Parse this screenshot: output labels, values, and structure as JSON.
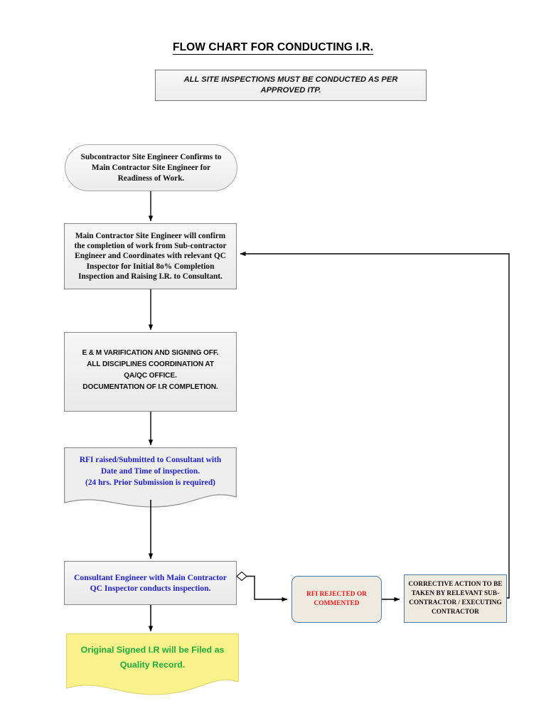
{
  "title": "FLOW CHART FOR CONDUCTING I.R.",
  "banner": {
    "text": "ALL SITE INSPECTIONS  MUST BE CONDUCTED  AS PER APPROVED ITP."
  },
  "colors": {
    "text_black": "#0d0d0d",
    "text_blue": "#1f1fc4",
    "text_red": "#f21414",
    "text_green": "#1caa3d",
    "box_grey_fill": "#eeeeee",
    "box_cream_fill": "#edeae0",
    "box_yellow_fill": "#f9f18a",
    "border_blue": "#4f77a8",
    "border_grey": "#868686",
    "connector": "#000000"
  },
  "nodes": {
    "start": {
      "shape": "stadium",
      "text": "Subcontractor Site Engineer Confirms to Main Contractor Site Engineer for Readiness of Work."
    },
    "main_contractor": {
      "shape": "process",
      "text": "Main Contractor Site Engineer will confirm the completion of work from Sub-contractor Engineer and Coordinates with relevant QC Inspector for Initial 8o% Completion Inspection and Raising I.R. to Consultant."
    },
    "em_verification": {
      "shape": "process",
      "lines": [
        "E & M VARIFICATION AND SIGNING OFF.",
        "ALL DISCIPLINES COORDINATION AT",
        "QA/QC OFFICE.",
        "DOCUMENTATION OF I.R COMPLETION."
      ]
    },
    "rfi_raised": {
      "shape": "document",
      "lines": [
        "RFI raised/Submitted to Consultant with",
        "Date and Time of inspection.",
        "(24 hrs. Prior Submission is required)"
      ]
    },
    "consultant_inspection": {
      "shape": "process",
      "lines": [
        "Consultant Engineer with Main Contractor",
        "QC Inspector conducts inspection."
      ]
    },
    "rfi_rejected": {
      "shape": "rounded-rect",
      "lines": [
        "RFI REJECTED OR",
        "COMMENTED"
      ]
    },
    "corrective_action": {
      "shape": "rect",
      "lines": [
        "CORRECTIVE ACTION TO BE",
        "TAKEN BY RELEVANT SUB-",
        "CONTRACTOR /  EXECUTING",
        "CONTRACTOR"
      ]
    },
    "quality_record": {
      "shape": "document",
      "lines": [
        "Original Signed I.R will be Filed as",
        "Quality Record."
      ]
    }
  }
}
